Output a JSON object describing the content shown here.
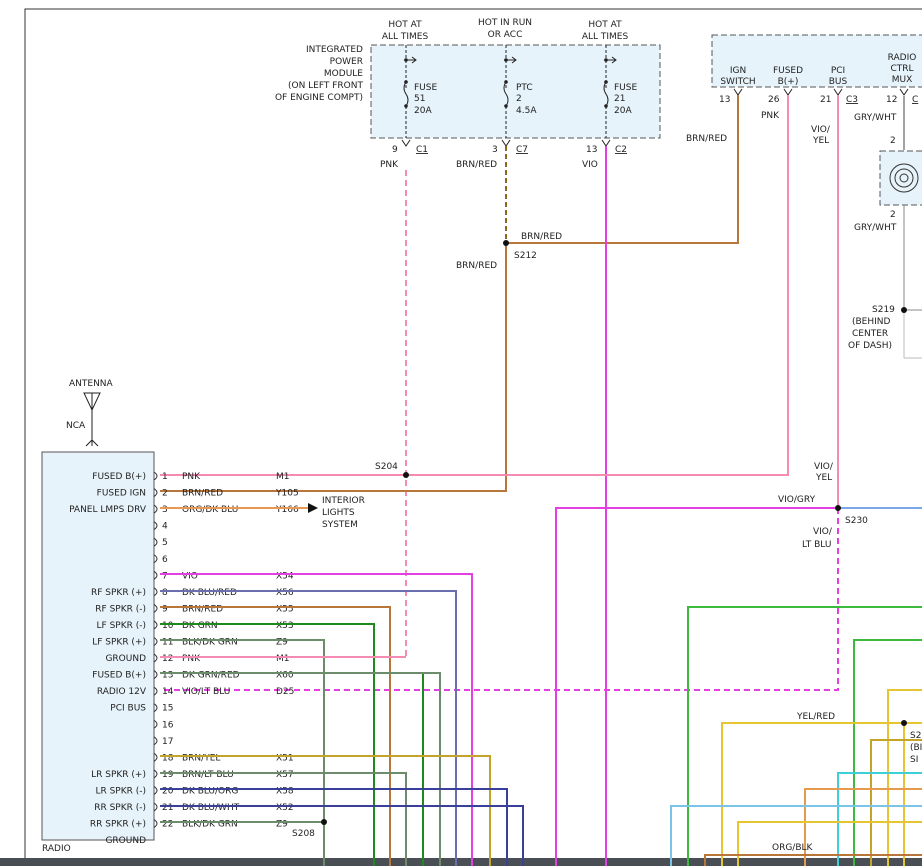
{
  "header_labels": {
    "hot_at_all_times_1": [
      "HOT AT",
      "ALL TIMES"
    ],
    "hot_in_run": [
      "HOT IN RUN",
      "OR ACC"
    ],
    "hot_at_all_times_2": [
      "HOT AT",
      "ALL TIMES"
    ]
  },
  "ipm": {
    "label": [
      "INTEGRATED",
      "POWER",
      "MODULE",
      "(ON LEFT FRONT",
      "OF ENGINE COMPT)"
    ],
    "fuse51": [
      "FUSE",
      "51",
      "20A"
    ],
    "ptc": [
      "PTC",
      "2",
      "4.5A"
    ],
    "fuse21": [
      "FUSE",
      "21",
      "20A"
    ],
    "pin9": "9",
    "c1": "C1",
    "pin3": "3",
    "c7": "C7",
    "pin13": "13",
    "c2": "C2",
    "wire_pnk": "PNK",
    "wire_brnred": "BRN/RED",
    "wire_vio": "VIO"
  },
  "right_module": {
    "ign_switch": [
      "IGN",
      "SWITCH"
    ],
    "fused_b": [
      "FUSED",
      "B(+)"
    ],
    "pci_bus": [
      "PCI",
      "BUS"
    ],
    "radio_ctrl": [
      "RADIO",
      "CTRL",
      "MUX"
    ],
    "pin13": "13",
    "pin26": "26",
    "pin21": "21",
    "c3": "C3",
    "pin12": "12",
    "c_partial": "C",
    "wire_brnred": "BRN/RED",
    "wire_pnk": "PNK",
    "wire_vioyel": [
      "VIO/",
      "YEL"
    ],
    "wire_grywht_top": "GRY/WHT",
    "clock_pin2a": "2",
    "clock_pin2b": "2",
    "wire_grywht_bot": "GRY/WHT",
    "s219": [
      "S219",
      "(BEHIND",
      "CENTER",
      "OF DASH)"
    ]
  },
  "splices": {
    "s212": "S212",
    "s212_wire_right": "BRN/RED",
    "s212_wire_down": "BRN/RED",
    "s204": "S204",
    "s230": "S230",
    "s230_vioyel": [
      "VIO/",
      "YEL"
    ],
    "s230_viogry": "VIO/GRY",
    "s230_violtblu": [
      "VIO/",
      "LT BLU"
    ],
    "s208": "S208",
    "yelred": "YEL/RED",
    "orgblk": "ORG/BLK",
    "s2_partial": [
      "S2",
      "(BI",
      "SI"
    ]
  },
  "antenna": {
    "label": "ANTENNA",
    "nca": "NCA"
  },
  "radio": {
    "label": "RADIO"
  },
  "interior_lights": [
    "INTERIOR",
    "LIGHTS",
    "SYSTEM"
  ],
  "connector_rows": [
    {
      "pin": "1",
      "func": "FUSED B(+)",
      "color": "PNK",
      "circuit": "M1"
    },
    {
      "pin": "2",
      "func": "FUSED IGN",
      "color": "BRN/RED",
      "circuit": "Y105"
    },
    {
      "pin": "3",
      "func": "PANEL LMPS DRV",
      "color": "ORG/DK BLU",
      "circuit": "Y166"
    },
    {
      "pin": "4",
      "func": "",
      "color": "",
      "circuit": ""
    },
    {
      "pin": "5",
      "func": "",
      "color": "",
      "circuit": ""
    },
    {
      "pin": "6",
      "func": "",
      "color": "",
      "circuit": ""
    },
    {
      "pin": "7",
      "func": "",
      "color": "VIO",
      "circuit": "X54"
    },
    {
      "pin": "8",
      "func": "RF SPKR (+)",
      "color": "DK BLU/RED",
      "circuit": "X56"
    },
    {
      "pin": "9",
      "func": "RF SPKR (-)",
      "color": "BRN/RED",
      "circuit": "X55"
    },
    {
      "pin": "10",
      "func": "LF SPKR (-)",
      "color": "DK GRN",
      "circuit": "X53"
    },
    {
      "pin": "11",
      "func": "LF SPKR (+)",
      "color": "BLK/DK GRN",
      "circuit": "Z9"
    },
    {
      "pin": "12",
      "func": "GROUND",
      "color": "PNK",
      "circuit": "M1"
    },
    {
      "pin": "13",
      "func": "FUSED B(+)",
      "color": "DK GRN/RED",
      "circuit": "X60"
    },
    {
      "pin": "14",
      "func": "RADIO 12V",
      "color": "VIO/LT BLU",
      "circuit": "D25"
    },
    {
      "pin": "15",
      "func": "PCI BUS",
      "color": "",
      "circuit": ""
    },
    {
      "pin": "16",
      "func": "",
      "color": "",
      "circuit": ""
    },
    {
      "pin": "17",
      "func": "",
      "color": "",
      "circuit": ""
    },
    {
      "pin": "18",
      "func": "",
      "color": "BRN/YEL",
      "circuit": "X51"
    },
    {
      "pin": "19",
      "func": "LR SPKR (+)",
      "color": "BRN/LT BLU",
      "circuit": "X57"
    },
    {
      "pin": "20",
      "func": "LR SPKR (-)",
      "color": "DK BLU/ORG",
      "circuit": "X58"
    },
    {
      "pin": "21",
      "func": "RR SPKR (-)",
      "color": "DK BLU/WHT",
      "circuit": "X52"
    },
    {
      "pin": "22",
      "func": "RR SPKR (+)",
      "color": "BLK/DK GRN",
      "circuit": "Z9"
    },
    {
      "pin": "",
      "func": "GROUND",
      "color": "",
      "circuit": ""
    }
  ]
}
